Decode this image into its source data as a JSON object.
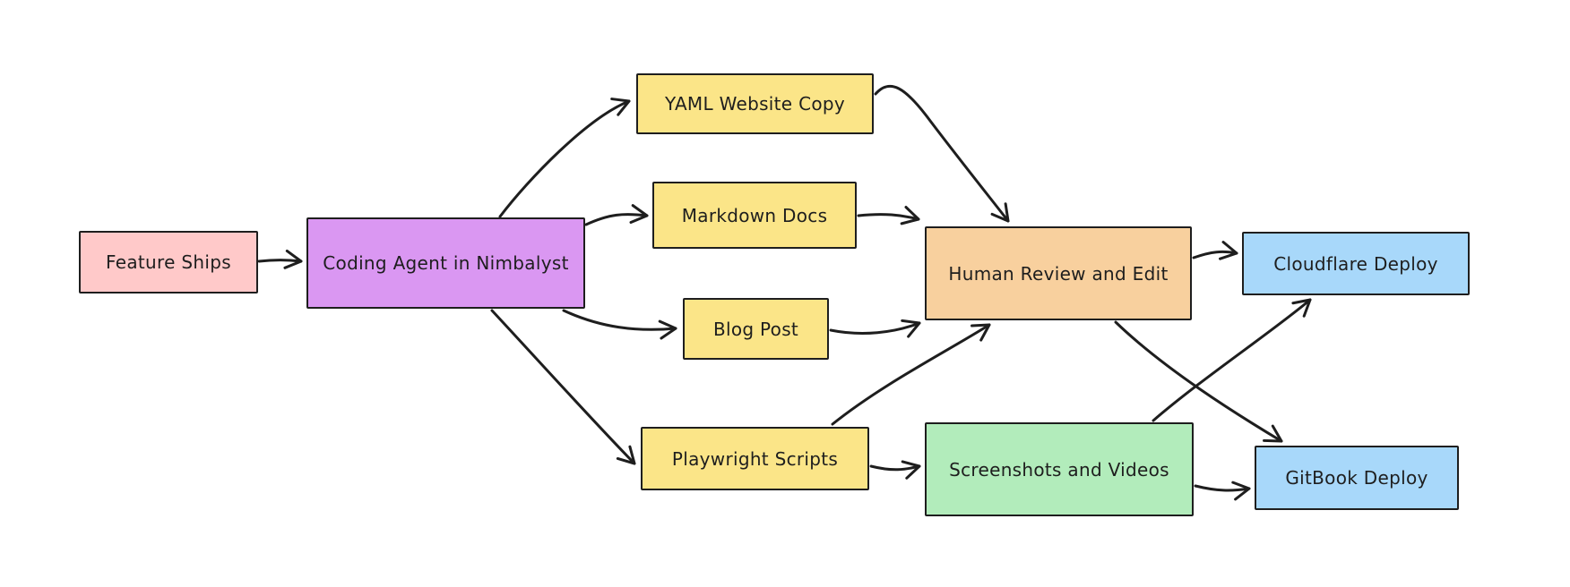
{
  "diagram": {
    "type": "flowchart",
    "style": "hand-drawn",
    "background_color": "#ffffff",
    "stroke_color": "#1e1e1e",
    "text_color": "#1e1e1e",
    "nodes": [
      {
        "id": "feature-ships",
        "label": "Feature Ships",
        "fill": "#ffc9c9"
      },
      {
        "id": "coding-agent",
        "label": "Coding Agent in Nimbalyst",
        "fill": "#da97f2"
      },
      {
        "id": "yaml-website-copy",
        "label": "YAML Website Copy",
        "fill": "#fbe588"
      },
      {
        "id": "markdown-docs",
        "label": "Markdown Docs",
        "fill": "#fbe588"
      },
      {
        "id": "blog-post",
        "label": "Blog Post",
        "fill": "#fbe588"
      },
      {
        "id": "playwright-scripts",
        "label": "Playwright Scripts",
        "fill": "#fbe588"
      },
      {
        "id": "human-review",
        "label": "Human Review and Edit",
        "fill": "#f8d09e"
      },
      {
        "id": "screenshots-videos",
        "label": "Screenshots and Videos",
        "fill": "#b2ecbb"
      },
      {
        "id": "cloudflare-deploy",
        "label": "Cloudflare Deploy",
        "fill": "#a8d8fa"
      },
      {
        "id": "gitbook-deploy",
        "label": "GitBook Deploy",
        "fill": "#a8d8fa"
      }
    ],
    "edges": [
      {
        "from": "feature-ships",
        "to": "coding-agent"
      },
      {
        "from": "coding-agent",
        "to": "yaml-website-copy"
      },
      {
        "from": "coding-agent",
        "to": "markdown-docs"
      },
      {
        "from": "coding-agent",
        "to": "blog-post"
      },
      {
        "from": "coding-agent",
        "to": "playwright-scripts"
      },
      {
        "from": "yaml-website-copy",
        "to": "human-review"
      },
      {
        "from": "markdown-docs",
        "to": "human-review"
      },
      {
        "from": "blog-post",
        "to": "human-review"
      },
      {
        "from": "playwright-scripts",
        "to": "human-review"
      },
      {
        "from": "playwright-scripts",
        "to": "screenshots-videos"
      },
      {
        "from": "screenshots-videos",
        "to": "cloudflare-deploy"
      },
      {
        "from": "screenshots-videos",
        "to": "gitbook-deploy"
      },
      {
        "from": "human-review",
        "to": "cloudflare-deploy"
      },
      {
        "from": "human-review",
        "to": "gitbook-deploy"
      }
    ]
  }
}
